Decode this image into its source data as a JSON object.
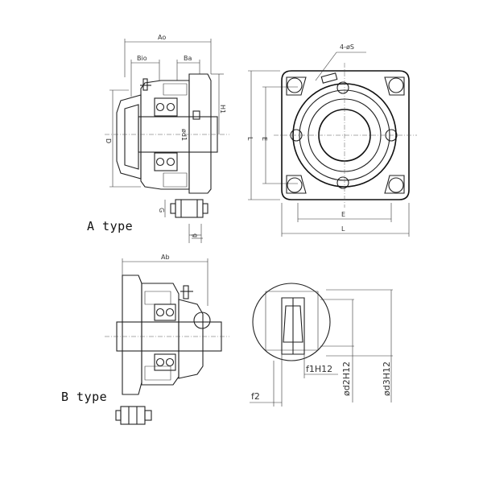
{
  "labels": {
    "a_type": "A type",
    "b_type": "B type"
  },
  "dims": {
    "Aa": "Ao",
    "Bio": "Bio",
    "Ba": "Ba",
    "H1": "H1",
    "D": "D",
    "d1": "ød1",
    "G": "G",
    "g": "g",
    "S": "4-øS",
    "E": "E",
    "L": "L",
    "Ab": "Ab",
    "f1": "f1H12",
    "f2": "f2",
    "d2": "ød2H12",
    "d3": "ød3H12"
  }
}
